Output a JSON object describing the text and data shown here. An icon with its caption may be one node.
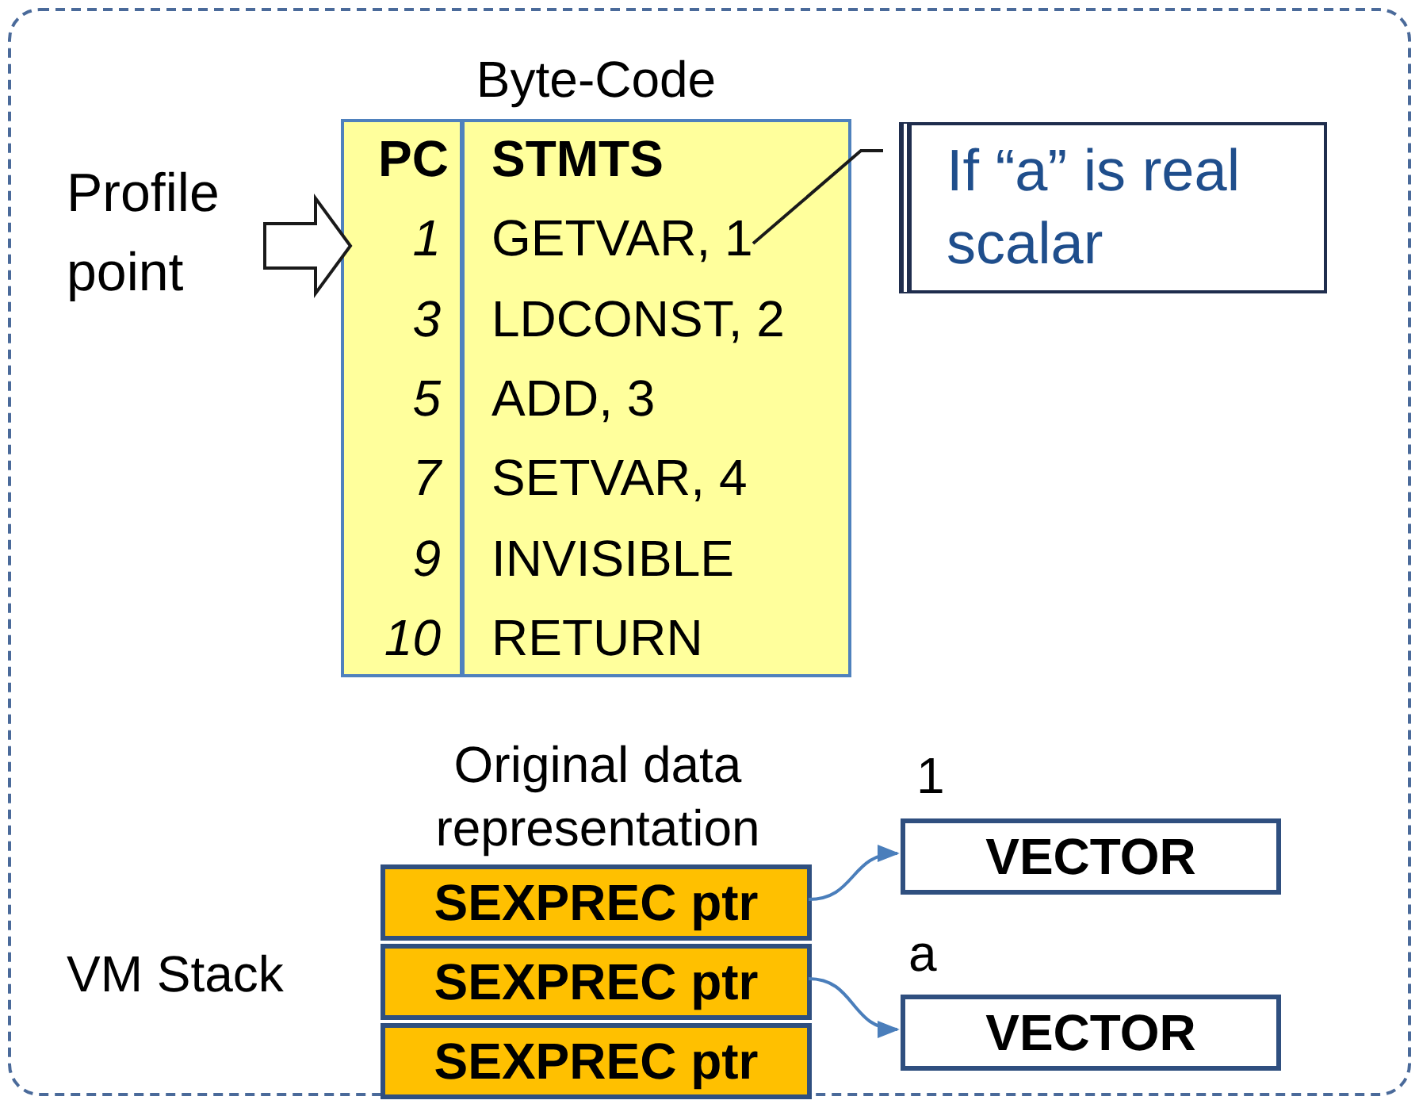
{
  "diagram": {
    "nodes": [
      {
        "text": [],
        "shape": "box"
      },
      {
        "text": [
          "Byte-Code"
        ],
        "in": 0
      },
      {
        "text": [
          "Profile point"
        ],
        "in": 0
      },
      {
        "text": [
          "If “a” is real scalar"
        ],
        "in": 0
      },
      {
        "text": [
          "GETVAR, 1"
        ],
        "in": 1
      },
      {
        "text": [
          "Original data representation"
        ],
        "in": 0,
        "beside": [
          "VM Stack"
        ]
      },
      {
        "text": [
          "SEXPREC ptr"
        ],
        "in": 5
      },
      {
        "text": [
          "SEXPREC ptr"
        ],
        "in": 5
      },
      {
        "text": [
          "SEXPREC ptr"
        ],
        "in": 5
      },
      {
        "text": [
          "VECTOR"
        ],
        "in": 0,
        "beside": [
          "1"
        ]
      },
      {
        "text": [
          "VECTOR"
        ],
        "in": 0,
        "beside": [
          "a"
        ]
      }
    ],
    "edges": [
      {
        "from": 2,
        "to": 1,
        "arrow": "to"
      },
      {
        "from": 3,
        "to": 4,
        "arrow": "none",
        "color": "#1a1a1a"
      },
      {
        "from": 6,
        "to": 9,
        "arrow": "to"
      },
      {
        "from": 7,
        "to": 10,
        "arrow": "to"
      }
    ],
    "labels": [
      "PC",
      "STMTS",
      "1",
      "3",
      "LDCONST, 2",
      "5",
      "ADD, 3",
      "7",
      "SETVAR, 4",
      "9",
      "INVISIBLE",
      "10",
      "RETURN"
    ]
  }
}
